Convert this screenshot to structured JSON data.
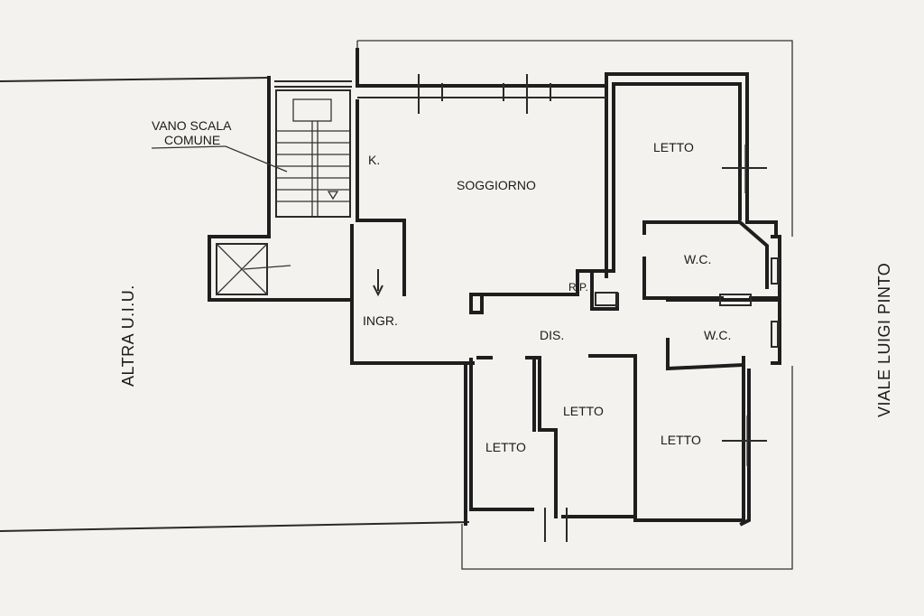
{
  "labels": {
    "stair_line1": "VANO SCALA",
    "stair_line2": "COMUNE",
    "kitchen": "K.",
    "living": "SOGGIORNO",
    "bedroom_ne": "LETTO",
    "wc_upper": "W.C.",
    "storage": "RIP.",
    "wc_lower": "W.C.",
    "entrance": "INGR.",
    "hall": "DIS.",
    "bedroom_sc": "LETTO",
    "bedroom_sw": "LETTO",
    "bedroom_se": "LETTO",
    "left_side": "ALTRA U.I.U.",
    "right_side": "VIALE LUIGI PINTO"
  }
}
